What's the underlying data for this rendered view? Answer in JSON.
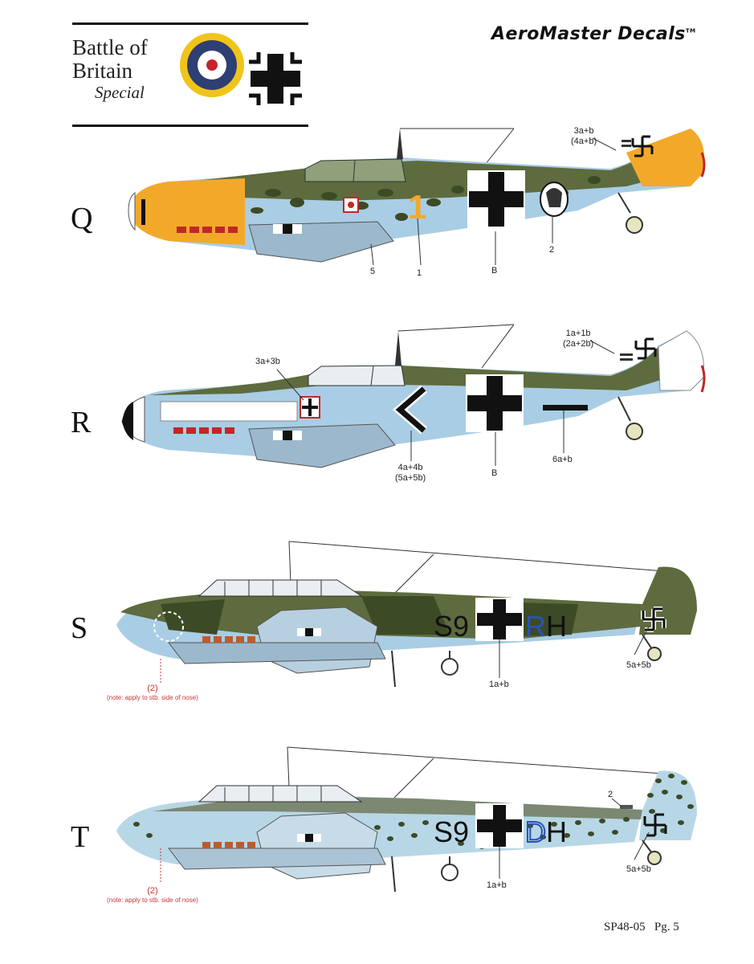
{
  "header": {
    "title_line1": "Battle of",
    "title_line2": "Britain",
    "title_line3": "Special",
    "brand": "AeroMaster Decals",
    "brand_tm": "TM"
  },
  "profiles": [
    {
      "letter": "Q",
      "labels": {
        "tail": "3a+b",
        "tail2": "(4a+b)",
        "emblem": "2",
        "cross": "B",
        "number": "1",
        "cowl": "5"
      },
      "number_text": "1"
    },
    {
      "letter": "R",
      "labels": {
        "tail": "1a+1b",
        "tail2": "(2a+2b)",
        "cockpit": "3a+3b",
        "chevron": "4a+4b",
        "chevron2": "(5a+5b)",
        "cross": "B",
        "bar": "6a+b"
      }
    },
    {
      "letter": "S",
      "labels": {
        "cross": "1a+b",
        "tail": "5a+5b",
        "nose": "(2)",
        "note": "(note: apply to stb. side of nose)"
      },
      "code_left": "S9",
      "code_right_a": "R",
      "code_right_b": "H"
    },
    {
      "letter": "T",
      "labels": {
        "cross": "1a+b",
        "tail": "5a+5b",
        "fin": "2",
        "nose": "(2)",
        "note": "(note: apply to stb. side of nose)"
      },
      "code_left": "S9",
      "code_right_a": "D",
      "code_right_b": "H"
    }
  ],
  "footer": {
    "page_ref": "SP48-05   Pg. 5"
  },
  "colors": {
    "rlm02": "#5e6b3e",
    "rlm71": "#3d4a26",
    "rlm65": "#a9cde4",
    "yellow": "#f2a92a",
    "red": "#c02828",
    "black": "#111111",
    "blue": "#2a52b8"
  }
}
